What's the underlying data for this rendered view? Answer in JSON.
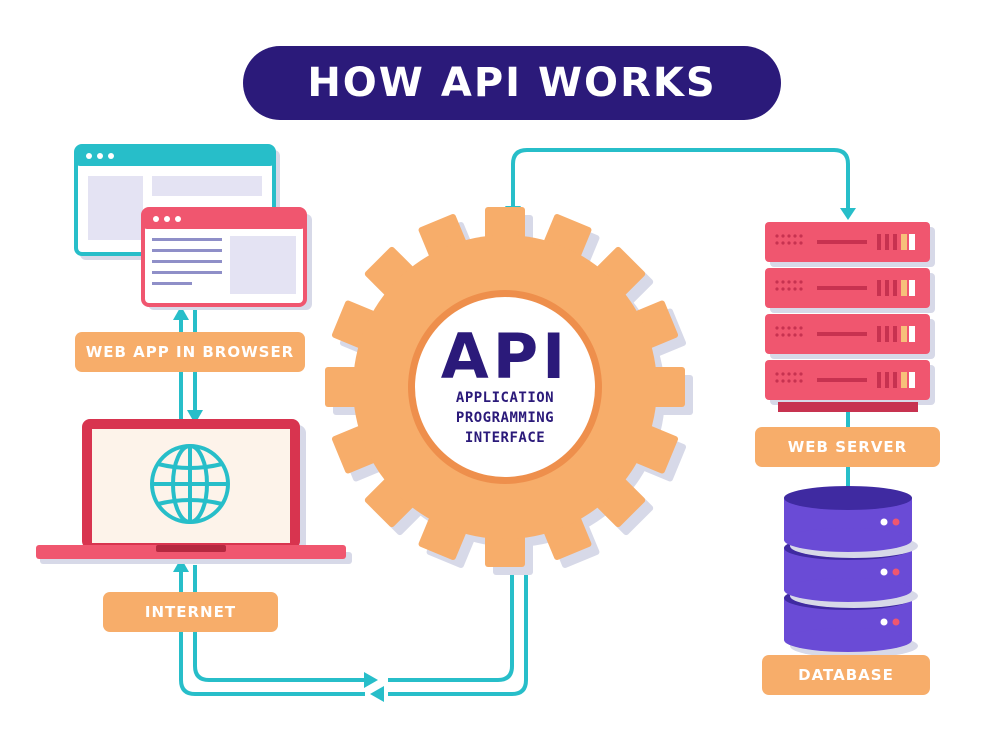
{
  "title": "HOW API WORKS",
  "api": {
    "abbr": "API",
    "line1": "APPLICATION",
    "line2": "PROGRAMMING",
    "line3": "INTERFACE"
  },
  "labels": {
    "web_app": "WEB APP IN BROWSER",
    "internet": "INTERNET",
    "web_server": "WEB SERVER",
    "database": "DATABASE"
  },
  "colors": {
    "title_bg": "#2b1a7a",
    "label_bg": "#f7ad6a",
    "gear": "#f7ad6a",
    "connector": "#27bec9",
    "server": "#f0566f",
    "database": "#6a4bd6",
    "laptop": "#d8344f"
  }
}
